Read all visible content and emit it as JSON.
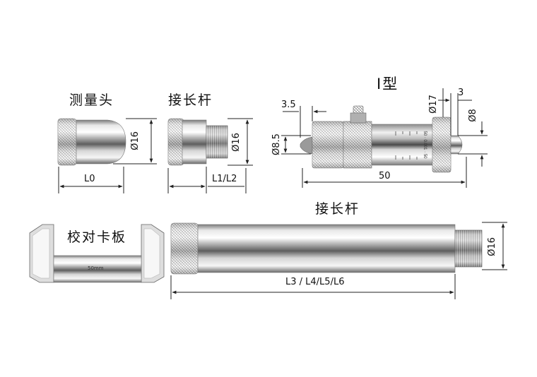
{
  "labels": {
    "measuring_head": "测量头",
    "extension_rod_small": "接长杆",
    "type_i": "I型",
    "extension_rod_long": "接长杆",
    "calibration_plate": "校对卡板"
  },
  "dimensions": {
    "head_dia": "Ø16",
    "head_len": "L0",
    "ext_dia": "Ø16",
    "ext_len": "L1/L2",
    "ti_3_5": "3.5",
    "ti_8_5": "Ø8.5",
    "ti_17": "Ø17",
    "ti_3": "3",
    "ti_8": "Ø8",
    "ti_50": "50",
    "long_dia": "Ø16",
    "long_len": "L3 / L4/L5/L6",
    "plate_mark": "50mm"
  },
  "colors": {
    "line": "#222222",
    "steel_dark": "#6d6d6d",
    "steel_light": "#f4f4f4"
  }
}
